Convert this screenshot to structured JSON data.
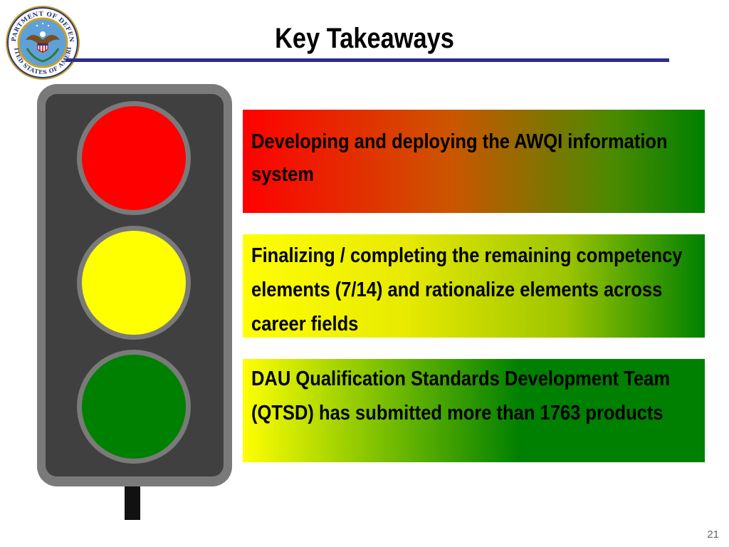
{
  "slide": {
    "title": "Key Takeaways",
    "page_number": "21"
  },
  "seal": {
    "text": "DEPARTMENT OF DEFENSE · UNITED STATES OF AMERICA"
  },
  "traffic_light": {
    "lights": [
      {
        "name": "red",
        "color": "#ff0000"
      },
      {
        "name": "yellow",
        "color": "#ffff00"
      },
      {
        "name": "green",
        "color": "#008000"
      }
    ]
  },
  "takeaways": [
    {
      "status": "red",
      "text": "Developing and deploying the AWQI information system"
    },
    {
      "status": "yellow",
      "text": "Finalizing / completing the remaining competency elements (7/14) and rationalize elements across career fields"
    },
    {
      "status": "green",
      "text": "DAU Qualification Standards Development Team (QTSD) has submitted more than 1763 products"
    }
  ]
}
